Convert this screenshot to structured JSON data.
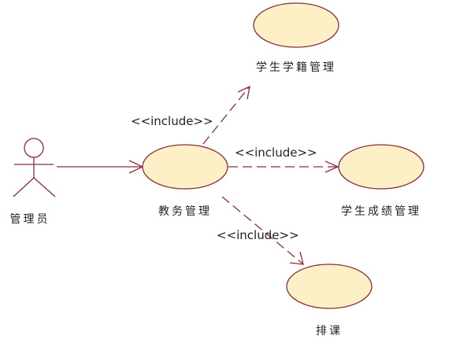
{
  "actor": {
    "name": "管理员"
  },
  "usecases": {
    "main": "教务管理",
    "registry": "学生学籍管理",
    "grades": "学生成绩管理",
    "schedule": "排课"
  },
  "relations": {
    "include_registry": "<<include>>",
    "include_grades": "<<include>>",
    "include_schedule": "<<include>>"
  }
}
